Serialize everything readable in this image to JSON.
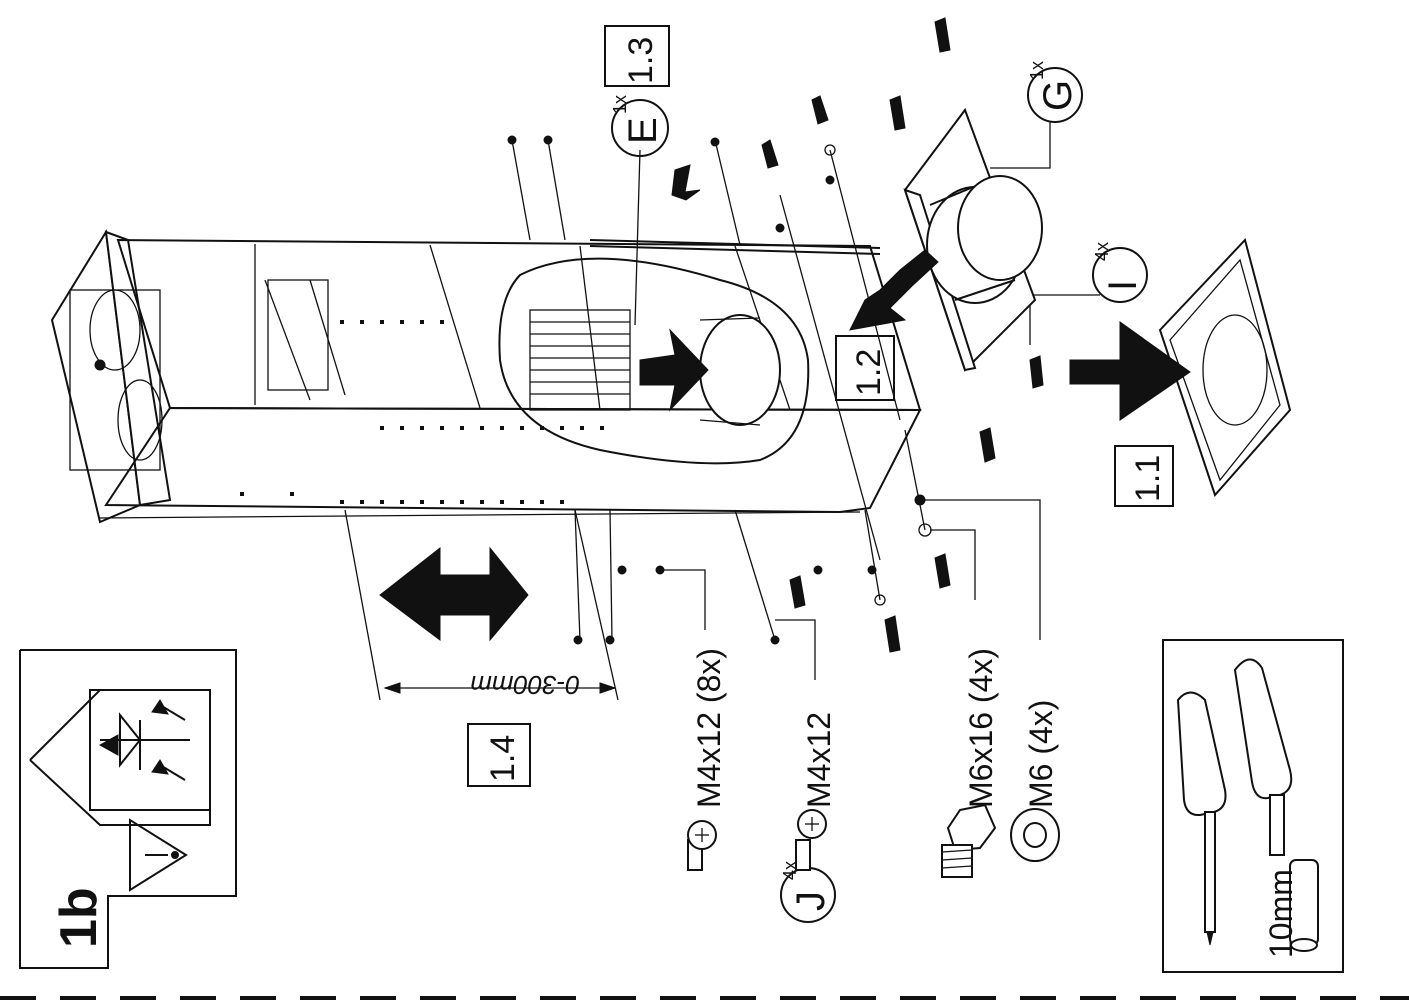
{
  "step": {
    "label": "1b"
  },
  "callouts": {
    "s1_1": "1.1",
    "s1_2": "1.2",
    "s1_3": "1.3",
    "s1_4": "1.4"
  },
  "parts": {
    "E": {
      "letter": "E",
      "qty": "1x"
    },
    "G": {
      "letter": "G",
      "qty": "1x"
    },
    "I": {
      "letter": "I",
      "qty": "4x"
    },
    "J": {
      "letter": "J",
      "qty": "4x"
    }
  },
  "fasteners": {
    "m4x12_8x": "M4x12 (8x)",
    "m4x12": "M4x12",
    "m6x16_4x": "M6x16 (4x)",
    "m6_4x": "M6 (4x)"
  },
  "dimension": {
    "range": "0-300mm"
  },
  "tools": {
    "socket_size": "10mm"
  },
  "icons": {
    "warning": "warning-triangle-icon",
    "home_fan": "house-fan-airflow-icon",
    "screwdriver": "screwdriver-icon",
    "nut_driver": "nut-driver-icon",
    "screw": "phillips-screw-icon",
    "bolt": "hex-bolt-icon",
    "washer": "lock-washer-icon"
  }
}
